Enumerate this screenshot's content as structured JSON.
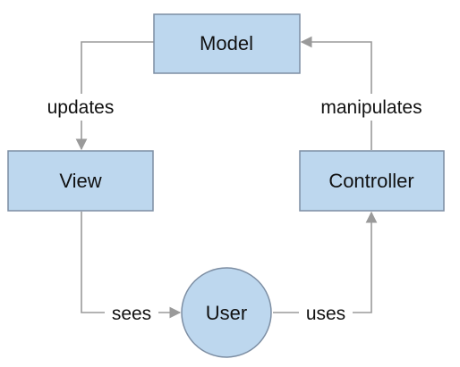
{
  "diagram": {
    "nodes": {
      "model": {
        "label": "Model"
      },
      "view": {
        "label": "View"
      },
      "controller": {
        "label": "Controller"
      },
      "user": {
        "label": "User"
      }
    },
    "edges": {
      "updates": {
        "label": "updates",
        "from": "Model",
        "to": "View"
      },
      "manipulates": {
        "label": "manipulates",
        "from": "Controller",
        "to": "Model"
      },
      "sees": {
        "label": "sees",
        "from": "View",
        "to": "User"
      },
      "uses": {
        "label": "uses",
        "from": "User",
        "to": "Controller"
      }
    },
    "colors": {
      "node_fill": "#bdd7ee",
      "node_border": "#7d8ea3",
      "edge": "#9a9a9a",
      "text": "#111111"
    }
  }
}
